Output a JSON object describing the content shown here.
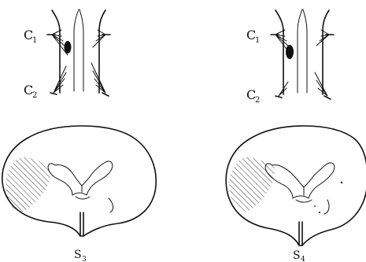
{
  "panels": [
    {
      "id": "left",
      "cord_labels": {
        "upper": "C",
        "upper_sub": "1",
        "lower": "C",
        "lower_sub": "2"
      },
      "section_label": "S",
      "section_sub": "3"
    },
    {
      "id": "right",
      "cord_labels": {
        "upper": "C",
        "upper_sub": "1",
        "lower": "C",
        "lower_sub": "2"
      },
      "section_label": "S",
      "section_sub": "4"
    }
  ]
}
